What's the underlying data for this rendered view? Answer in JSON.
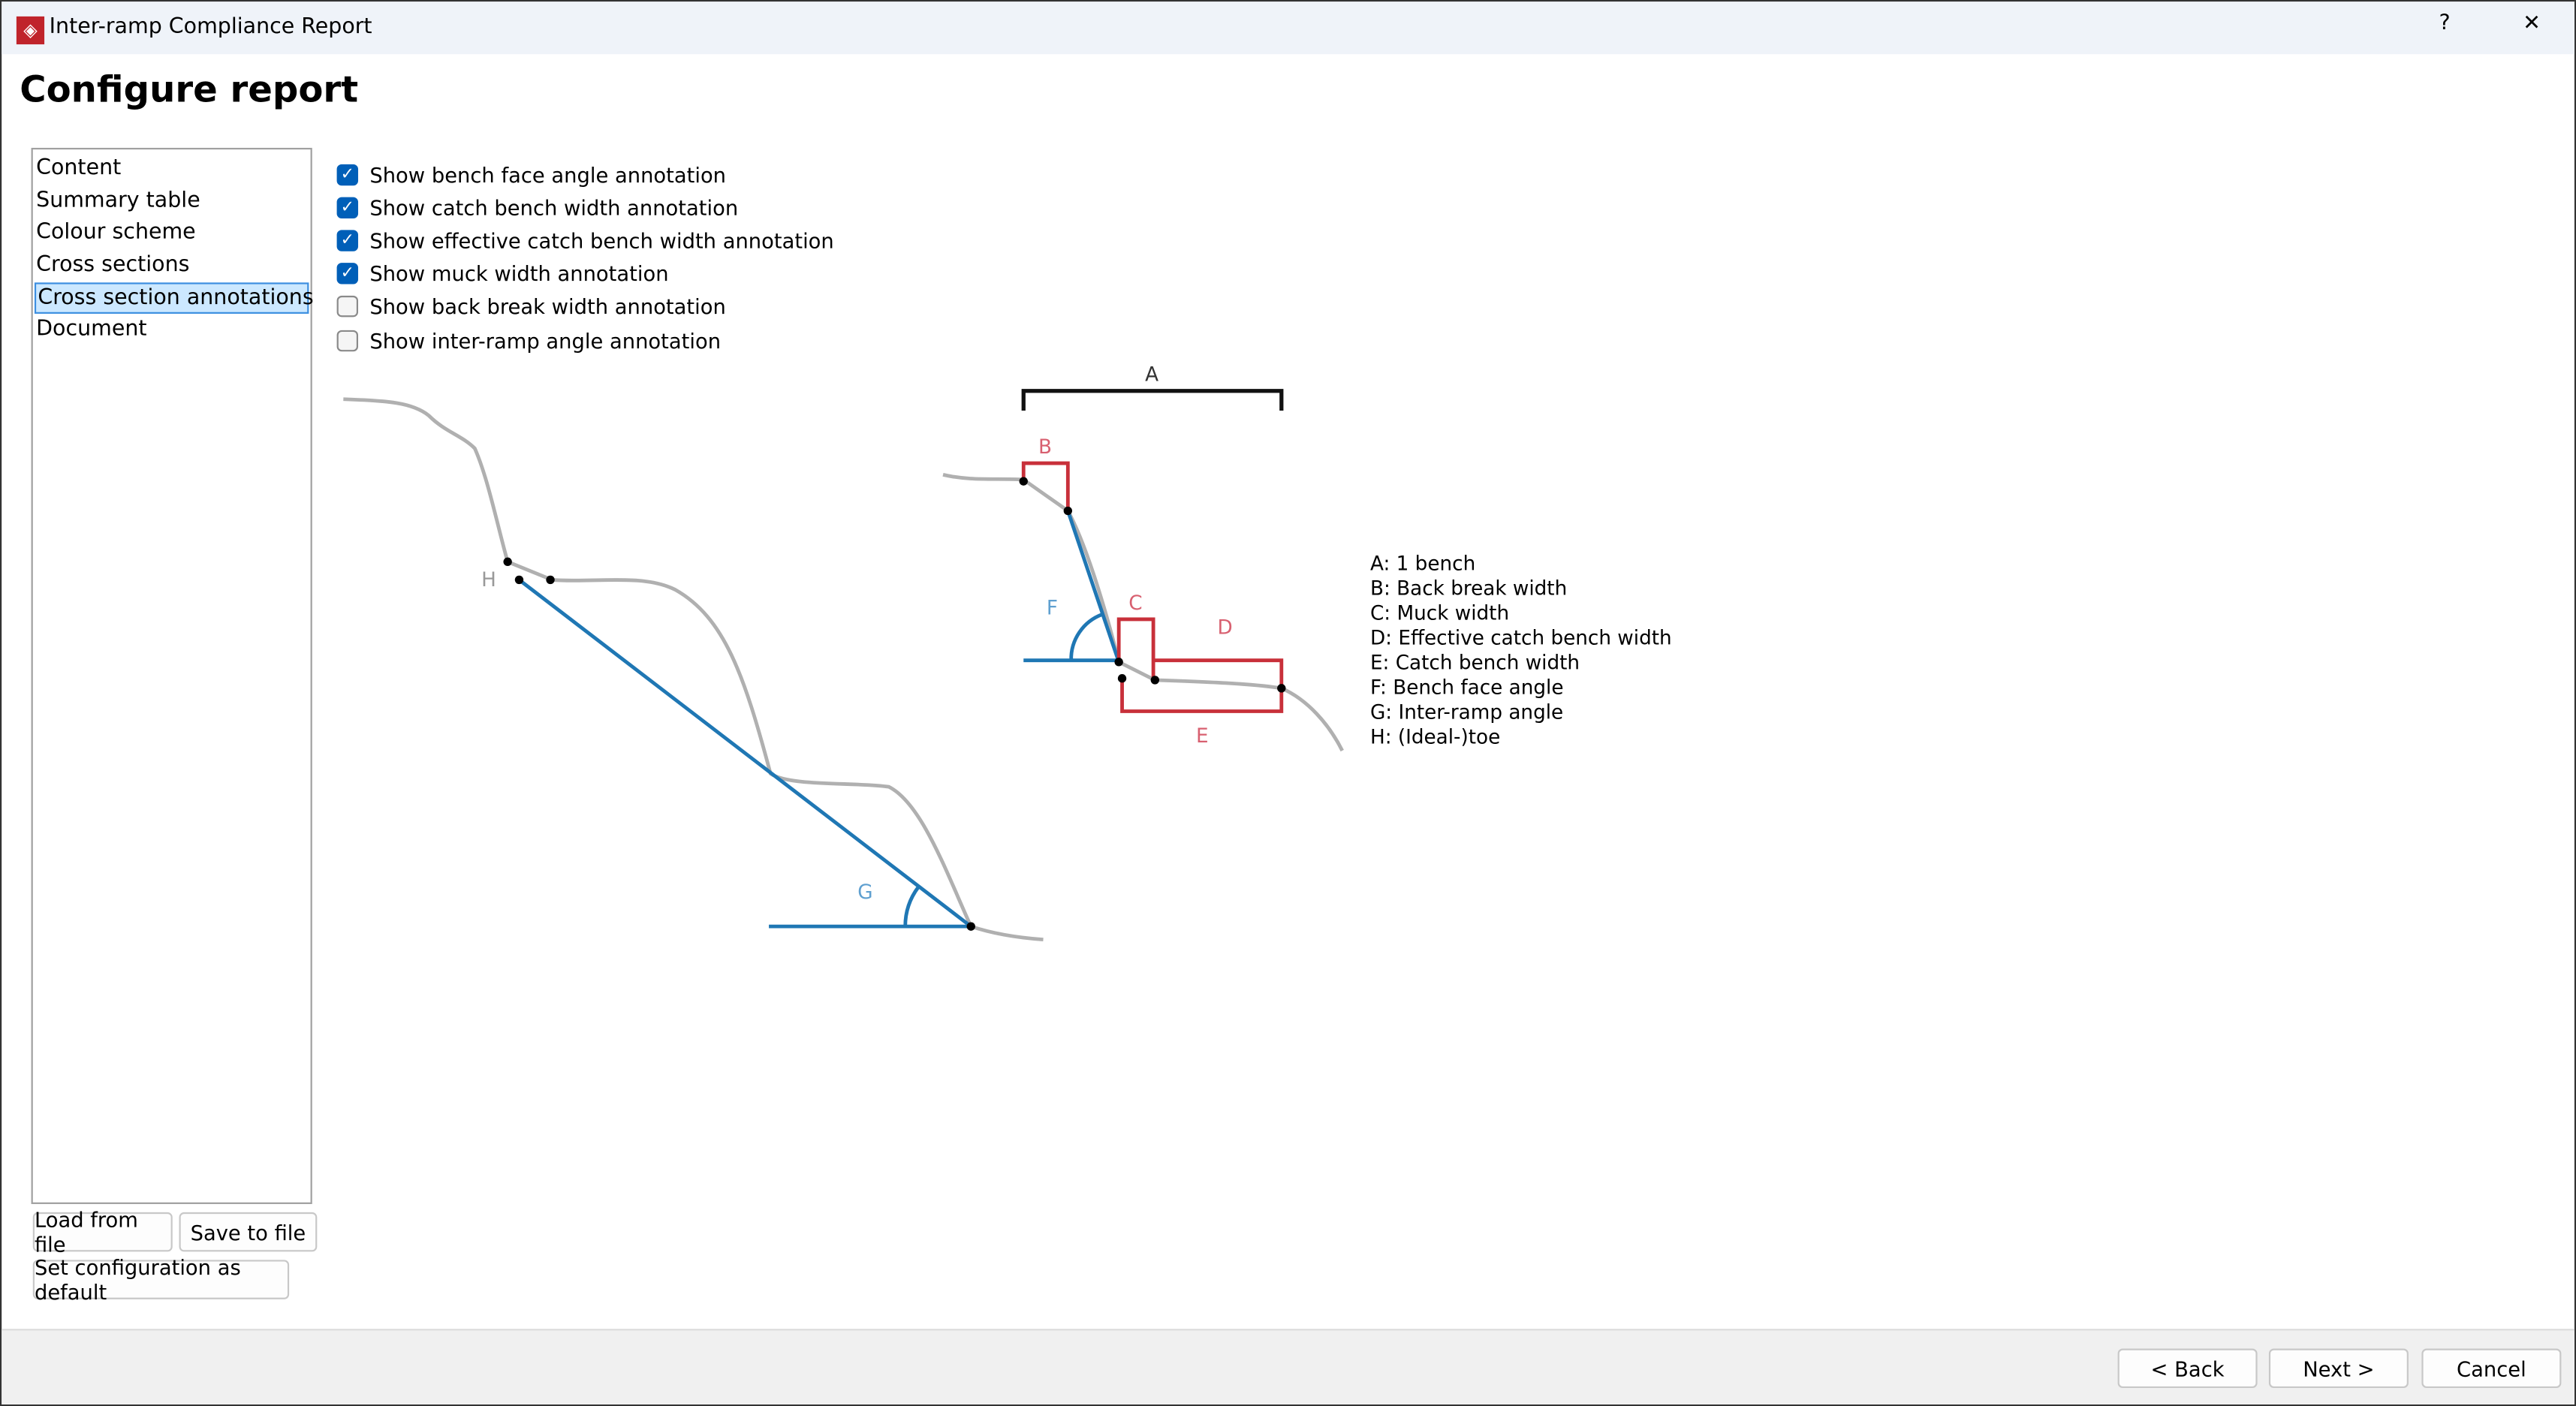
{
  "window": {
    "title": "Inter-ramp Compliance Report",
    "help": "?",
    "close": "✕"
  },
  "page_title": "Configure report",
  "nav": {
    "items": [
      "Content",
      "Summary table",
      "Colour scheme",
      "Cross sections",
      "Cross section annotations",
      "Document"
    ],
    "selected": 4
  },
  "options": [
    {
      "label": "Show bench face angle annotation",
      "checked": true
    },
    {
      "label": "Show catch bench width annotation",
      "checked": true
    },
    {
      "label": "Show effective catch bench width annotation",
      "checked": true
    },
    {
      "label": "Show muck width annotation",
      "checked": true
    },
    {
      "label": "Show back break width annotation",
      "checked": false
    },
    {
      "label": "Show inter-ramp angle annotation",
      "checked": false
    }
  ],
  "diagram": {
    "labels": {
      "A": "A",
      "B": "B",
      "C": "C",
      "D": "D",
      "E": "E",
      "F": "F",
      "G": "G",
      "H": "H"
    },
    "legend": [
      "A: 1 bench",
      "B: Back break width",
      "C: Muck width",
      "D: Effective catch bench width",
      "E: Catch bench width",
      "F: Bench face angle",
      "G: Inter-ramp angle",
      "H: (Ideal-)toe"
    ],
    "colors": {
      "profile": "#b0b0b0",
      "red": "#c8303a",
      "blue": "#1f77b4",
      "black": "#111111"
    }
  },
  "buttons": {
    "load": "Load from file",
    "save": "Save to file",
    "set_default": "Set configuration as default",
    "back": "< Back",
    "next": "Next >",
    "cancel": "Cancel"
  }
}
